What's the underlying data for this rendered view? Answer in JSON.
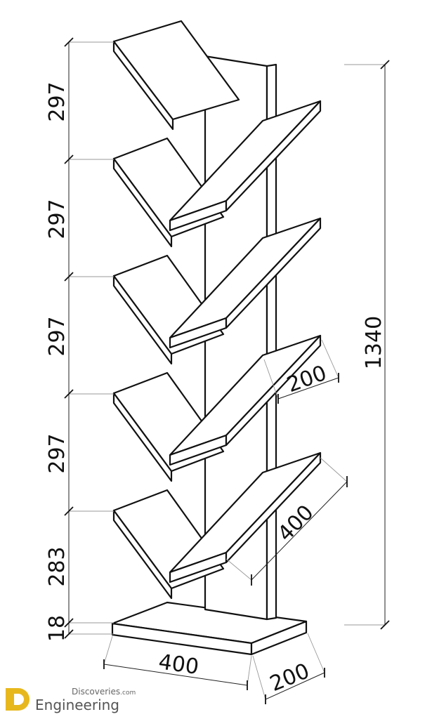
{
  "dimensions": {
    "shelf_spacing": [
      "297",
      "297",
      "297",
      "297",
      "283",
      "18"
    ],
    "total_height": "1340",
    "shelf_depth": "200",
    "shelf_length": "400",
    "base_length": "400",
    "base_depth": "200"
  },
  "logo": {
    "line1": "Discoveries",
    "line1_suffix": ".com",
    "line2": "Engineering"
  },
  "colors": {
    "line": "#111111",
    "dimension": "#222222",
    "logo_gold": "#e7b81e"
  }
}
